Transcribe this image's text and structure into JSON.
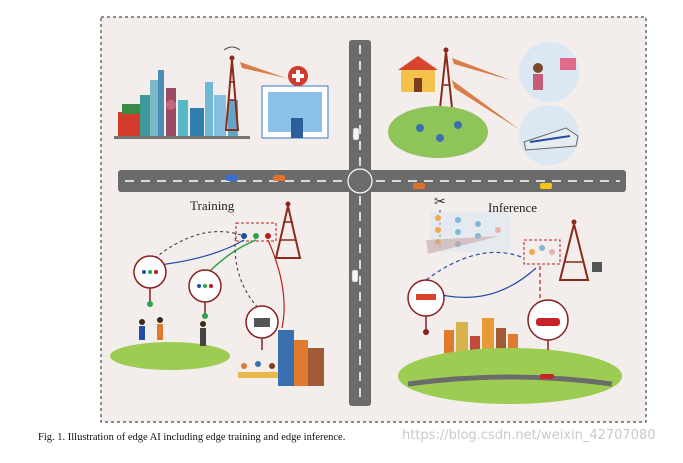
{
  "figure": {
    "label_training": "Training",
    "label_inference": "Inference"
  },
  "caption": {
    "label": "Fig. 1.",
    "text": "Illustration of edge AI including edge training and edge inference."
  },
  "watermark": "https://blog.csdn.net/weixin_42707080",
  "icons": [
    "cell-tower-icon",
    "hospital-icon",
    "city-skyline-icon",
    "house-icon",
    "train-icon",
    "drone-icon",
    "red-car-icon",
    "runner-icon",
    "laptop-icon",
    "neural-network-icon",
    "scissors-icon"
  ],
  "colors": {
    "background": "#f3eeec",
    "road": "#6b6b6b",
    "grass": "#9ccc52",
    "tower": "#8a2a1a",
    "pin": "#8b1f1f",
    "link_blue": "#1f4fa8",
    "link_green": "#2ea24a",
    "link_red": "#b81e1e"
  }
}
